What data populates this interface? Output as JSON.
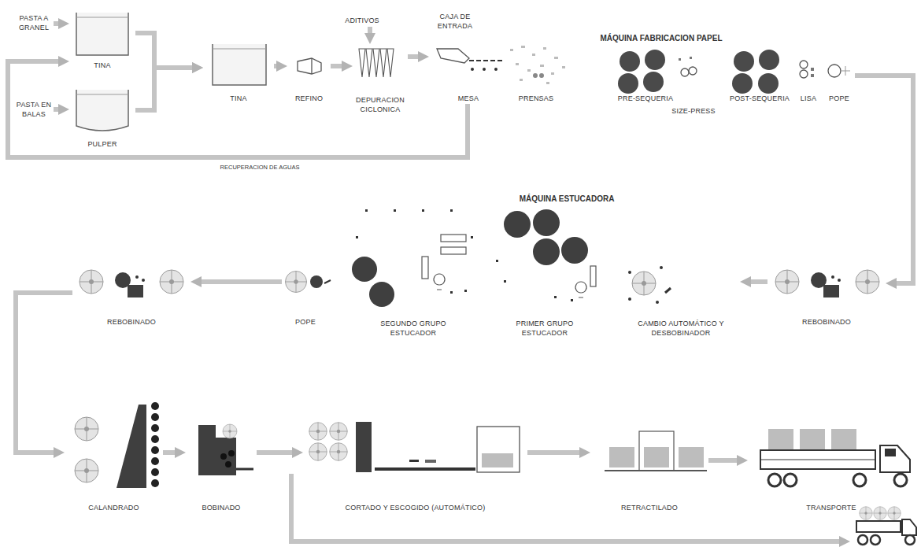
{
  "diagram": {
    "nodes": [
      {
        "text": [
          "PASTA A GRANEL"
        ]
      },
      {
        "text": [
          "TINA"
        ]
      },
      {
        "text": [
          "PASTA EN BALAS"
        ]
      },
      {
        "text": [
          "PULPER"
        ]
      },
      {
        "text": [
          "TINA"
        ]
      },
      {
        "text": [
          "REFINO"
        ]
      },
      {
        "text": [
          "ADITIVOS"
        ]
      },
      {
        "text": [
          "DEPURACION CICLONICA"
        ]
      },
      {
        "text": [
          "CAJA DE ENTRADA"
        ]
      },
      {
        "text": [
          "MESA"
        ]
      },
      {
        "text": [
          "PRENSAS"
        ]
      },
      {
        "text": [
          "PRE-SEQUERIA"
        ]
      },
      {
        "text": [
          "SIZE-PRESS"
        ]
      },
      {
        "text": [
          "POST-SEQUERIA"
        ]
      },
      {
        "text": [
          "LISA"
        ]
      },
      {
        "text": [
          "POPE"
        ]
      },
      {
        "text": [
          "REBOBINADO"
        ]
      },
      {
        "text": [
          "CAMBIO AUTOMÁTICO Y DESBOBINADOR"
        ]
      },
      {
        "text": [
          "PRIMER GRUPO ESTUCADOR"
        ]
      },
      {
        "text": [
          "SEGUNDO GRUPO ESTUCADOR"
        ]
      },
      {
        "text": [
          "POPE"
        ]
      },
      {
        "text": [
          "REBOBINADO"
        ]
      },
      {
        "text": [
          "CALANDRADO"
        ]
      },
      {
        "text": [
          "BOBINADO"
        ]
      },
      {
        "text": [
          "CORTADO Y ESCOGIDO (AUTOMÁTICO)"
        ]
      },
      {
        "text": [
          "RETRACTILADO"
        ]
      },
      {
        "text": [
          "TRANSPORTE"
        ]
      }
    ],
    "edges": [
      {
        "from": 0,
        "to": 1,
        "arrow": "to"
      },
      {
        "from": 2,
        "to": 3,
        "arrow": "to"
      },
      {
        "from": 1,
        "to": 4,
        "arrow": "to"
      },
      {
        "from": 3,
        "to": 4,
        "arrow": "to"
      },
      {
        "from": 4,
        "to": 5,
        "arrow": "to"
      },
      {
        "from": 6,
        "to": 7,
        "arrow": "to"
      },
      {
        "from": 5,
        "to": 7,
        "arrow": "to"
      },
      {
        "from": 7,
        "to": 8,
        "arrow": "to"
      },
      {
        "from": 9,
        "to": 1,
        "label": "RECUPERACION DE AGUAS",
        "arrow": "to"
      },
      {
        "from": 15,
        "to": 16,
        "arrow": "to"
      },
      {
        "from": 16,
        "to": 17,
        "arrow": "to"
      },
      {
        "from": 20,
        "to": 21,
        "arrow": "to"
      },
      {
        "from": 21,
        "to": 22,
        "arrow": "to"
      },
      {
        "from": 22,
        "to": 23,
        "arrow": "to"
      },
      {
        "from": 23,
        "to": 24,
        "arrow": "to"
      },
      {
        "from": 24,
        "to": 25,
        "arrow": "to"
      },
      {
        "from": 25,
        "to": 26,
        "arrow": "to"
      }
    ],
    "labels": [
      "MÁQUINA FABRICACION PAPEL",
      "MÁQUINA ESTUCADORA"
    ]
  }
}
